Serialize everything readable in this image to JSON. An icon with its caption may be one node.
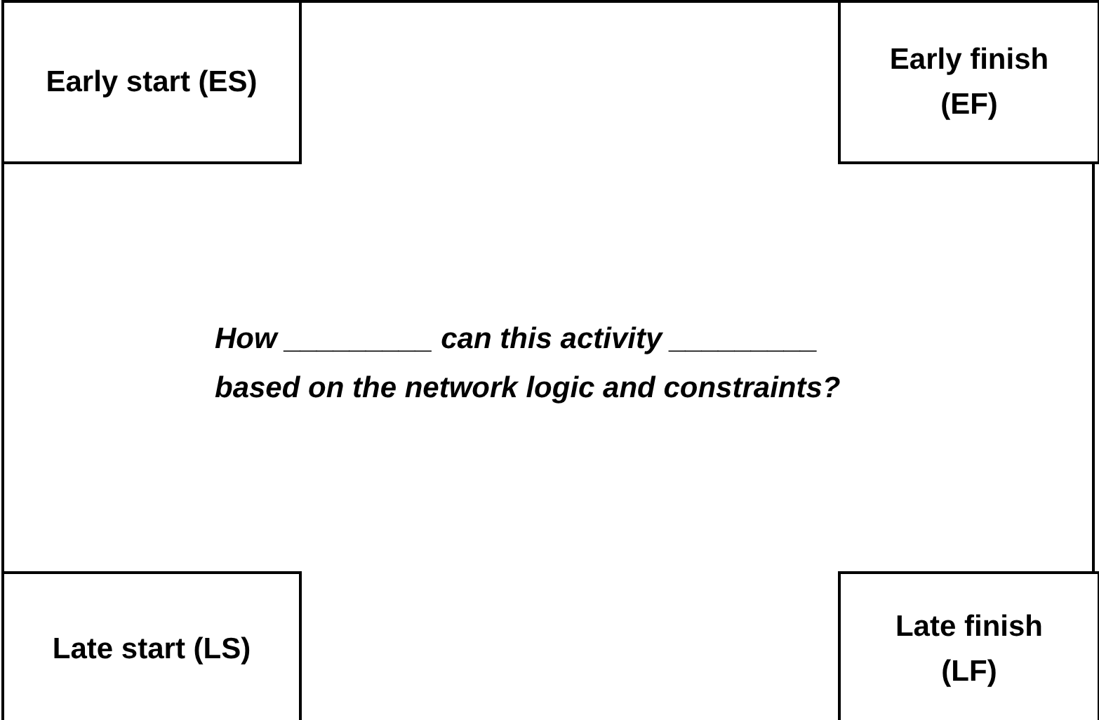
{
  "diagram": {
    "nodes": [
      {
        "text": [
          "How _________ can this activity _________ based on the network logic and constraints?"
        ]
      },
      {
        "text": [
          "Early start (ES)"
        ],
        "in": 0
      },
      {
        "text": [
          "Early finish (EF)"
        ],
        "in": 0
      },
      {
        "text": [
          "Late start (LS)"
        ],
        "in": 0
      },
      {
        "text": [
          "Late finish (LF)"
        ],
        "in": 0
      }
    ]
  }
}
